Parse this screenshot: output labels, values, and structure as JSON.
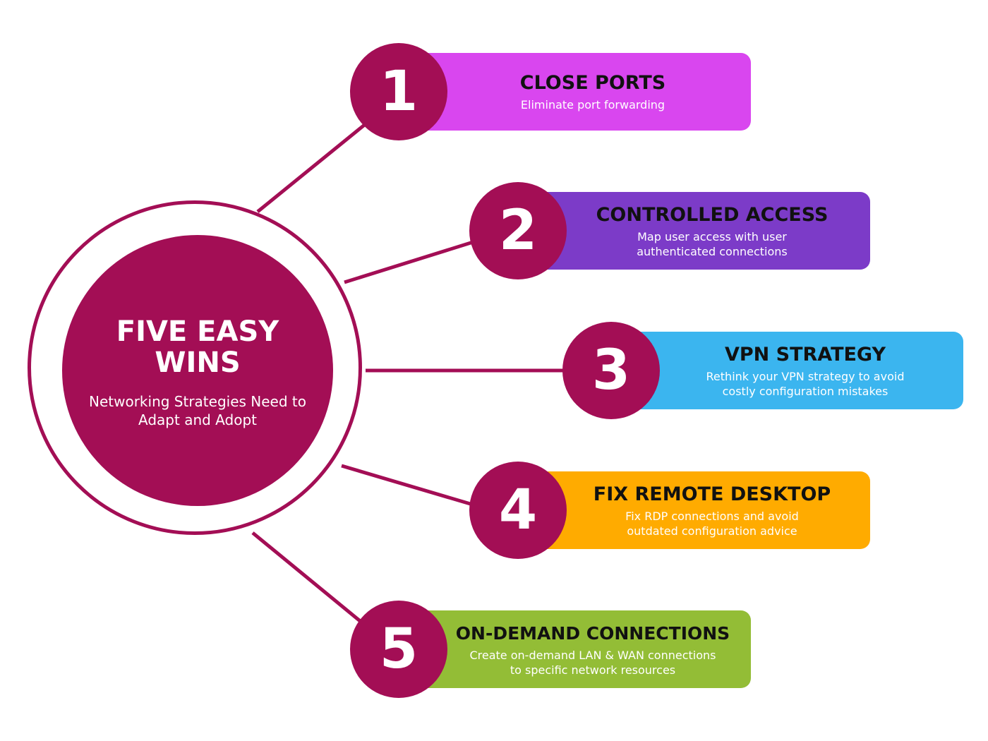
{
  "colors": {
    "primary": "#a30e55",
    "step1": "#d946ef",
    "step2": "#7c3bc8",
    "step3": "#3bb5ef",
    "step4": "#ffab00",
    "step5": "#93bd36"
  },
  "hub": {
    "title": "FIVE EASY WINS",
    "subtitle": "Networking Strategies Need to Adapt and Adopt"
  },
  "steps": [
    {
      "number": "1",
      "title": "CLOSE PORTS",
      "description": "Eliminate port forwarding"
    },
    {
      "number": "2",
      "title": "CONTROLLED ACCESS",
      "description": "Map user access with user authenticated connections"
    },
    {
      "number": "3",
      "title": "VPN STRATEGY",
      "description": "Rethink your VPN strategy to avoid costly configuration mistakes"
    },
    {
      "number": "4",
      "title": "FIX REMOTE DESKTOP",
      "description": "Fix RDP connections and avoid outdated configuration advice"
    },
    {
      "number": "5",
      "title": "ON-DEMAND CONNECTIONS",
      "description": "Create on-demand LAN & WAN connections to specific network resources"
    }
  ]
}
